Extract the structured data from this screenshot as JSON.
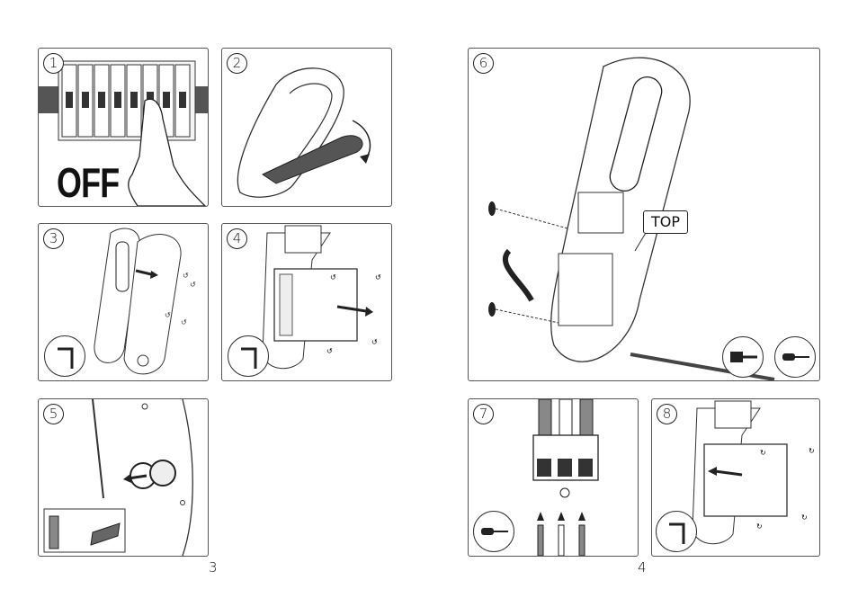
{
  "steps": [
    {
      "number": "1",
      "label": "OFF"
    },
    {
      "number": "2"
    },
    {
      "number": "3"
    },
    {
      "number": "4"
    },
    {
      "number": "5"
    },
    {
      "number": "6",
      "label": "TOP"
    },
    {
      "number": "7"
    },
    {
      "number": "8"
    }
  ],
  "page_numbers": {
    "left": "3",
    "right": "4"
  },
  "icons": {
    "step1": "circuit-breaker-switch-off-icon",
    "step2": "cover-removal-rotate-icon",
    "step3": "housing-screws-remove-icon",
    "step4": "gear-tray-removal-icon",
    "step5": "cable-gland-icon",
    "step6": "wall-mount-screwdriver-icon",
    "step7": "terminal-block-wiring-icon",
    "step8": "gear-tray-reinstall-icon",
    "tool_hex": "hex-key-icon",
    "tool_screwdriver": "screwdriver-icon"
  }
}
